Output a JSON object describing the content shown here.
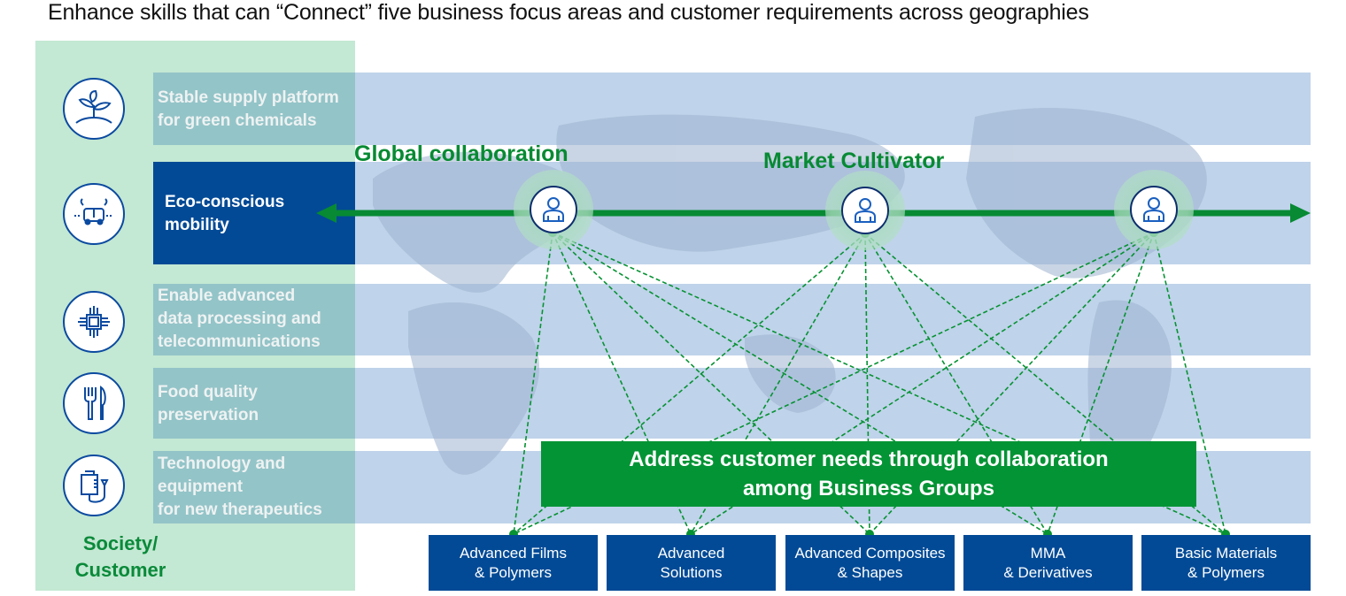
{
  "title": "Enhance skills that can “Connect” five business focus areas and customer requirements across geographies",
  "society_customer": {
    "label_line1": "Society/",
    "label_line2": "Customer",
    "focus_areas": [
      {
        "icon": "plant-seedling-icon",
        "lines": [
          "Stable supply platform",
          "for green chemicals"
        ],
        "highlighted": false
      },
      {
        "icon": "autonomous-vehicle-icon",
        "lines": [
          "Eco-conscious",
          "mobility"
        ],
        "highlighted": true
      },
      {
        "icon": "microchip-icon",
        "lines": [
          "Enable advanced",
          "data processing and",
          "telecommunications"
        ],
        "highlighted": false
      },
      {
        "icon": "fork-knife-icon",
        "lines": [
          "Food quality",
          "preservation"
        ],
        "highlighted": false
      },
      {
        "icon": "iv-drip-bag-icon",
        "lines": [
          "Technology and",
          "equipment",
          "for new therapeutics"
        ],
        "highlighted": false
      }
    ]
  },
  "global_collaboration_label": "Global collaboration",
  "market_cultivator_label": "Market Cultivator",
  "market_cultivators": [
    {
      "icon": "person-icon"
    },
    {
      "icon": "person-icon"
    },
    {
      "icon": "person-icon"
    }
  ],
  "center_message": {
    "line1": "Address customer needs through collaboration",
    "line2": "among Business Groups"
  },
  "business_groups": [
    {
      "line1": "Advanced Films",
      "line2": "& Polymers"
    },
    {
      "line1": "Advanced",
      "line2": "Solutions"
    },
    {
      "line1": "Advanced Composites",
      "line2": "& Shapes"
    },
    {
      "line1": "MMA",
      "line2": "& Derivatives"
    },
    {
      "line1": "Basic Materials",
      "line2": "& Polymers"
    }
  ],
  "colors": {
    "green": "#039435",
    "dark_blue": "#024a96",
    "band_blue": "#bfd3ea",
    "panel_green": "#c3e8d3",
    "band_teal": "#93c4c8"
  }
}
